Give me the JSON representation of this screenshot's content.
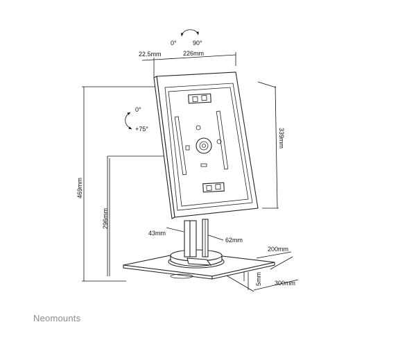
{
  "diagram": {
    "labels": {
      "rotate_portrait": "0°",
      "rotate_landscape": "90°",
      "tilt_zero": "0°",
      "tilt_max": "+75°",
      "offset": "22.5mm",
      "panel_width": "226mm",
      "panel_height": "339mm",
      "total_height": "469mm",
      "pivot_height": "296mm",
      "pole_depth": "43mm",
      "pole_width": "62mm",
      "base_depth": "200mm",
      "base_thickness": "5mm",
      "base_width": "300mm"
    }
  },
  "brand": {
    "name": "Neomounts"
  }
}
